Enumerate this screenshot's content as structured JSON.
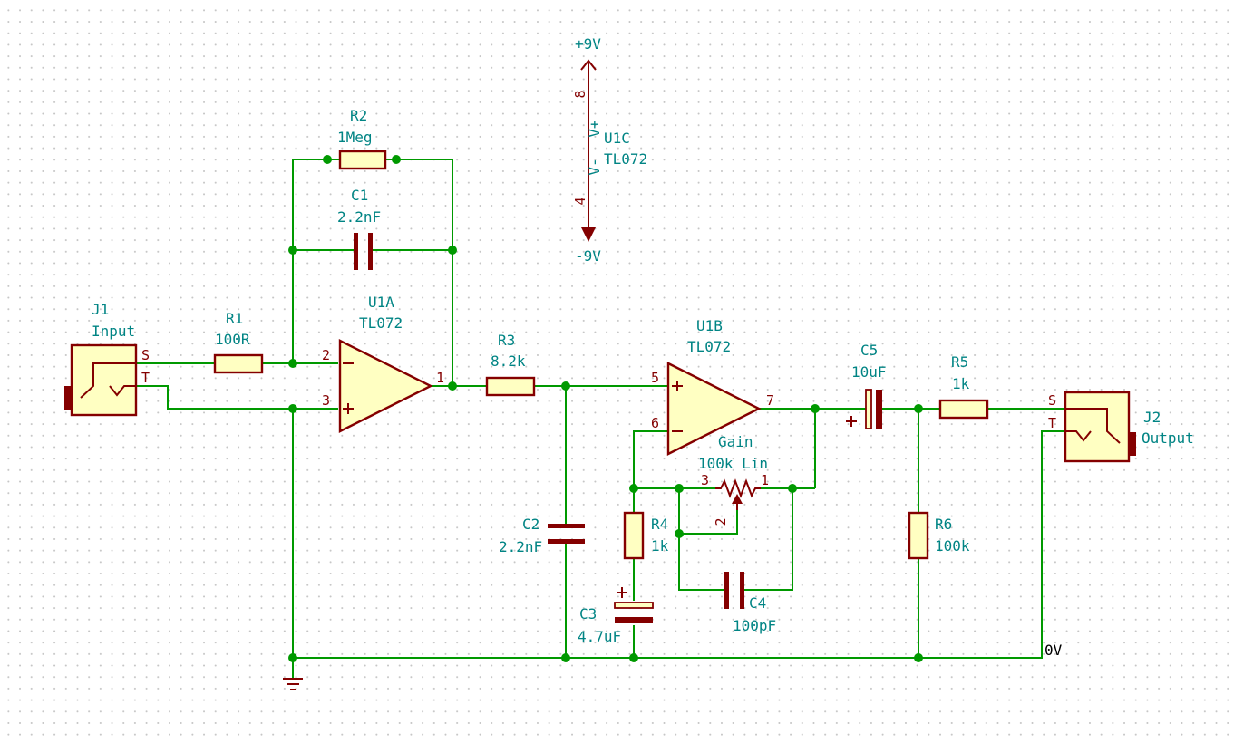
{
  "components": {
    "J1": {
      "ref": "J1",
      "value": "Input",
      "pin_s": "S",
      "pin_t": "T"
    },
    "J2": {
      "ref": "J2",
      "value": "Output",
      "pin_s": "S",
      "pin_t": "T"
    },
    "R1": {
      "ref": "R1",
      "value": "100R"
    },
    "R2": {
      "ref": "R2",
      "value": "1Meg"
    },
    "R3": {
      "ref": "R3",
      "value": "8.2k"
    },
    "R4": {
      "ref": "R4",
      "value": "1k"
    },
    "R5": {
      "ref": "R5",
      "value": "1k"
    },
    "R6": {
      "ref": "R6",
      "value": "100k"
    },
    "C1": {
      "ref": "C1",
      "value": "2.2nF"
    },
    "C2": {
      "ref": "C2",
      "value": "2.2nF"
    },
    "C3": {
      "ref": "C3",
      "value": "4.7uF"
    },
    "C4": {
      "ref": "C4",
      "value": "100pF"
    },
    "C5": {
      "ref": "C5",
      "value": "10uF"
    },
    "U1A": {
      "ref": "U1A",
      "value": "TL072",
      "pins": [
        "2",
        "3",
        "1"
      ]
    },
    "U1B": {
      "ref": "U1B",
      "value": "TL072",
      "pins": [
        "5",
        "6",
        "7"
      ]
    },
    "U1C": {
      "ref": "U1C",
      "value": "TL072",
      "vplus": "V+",
      "vminus": "V-",
      "pin_vp": "8",
      "pin_vm": "4"
    },
    "RV1": {
      "ref": "Gain",
      "value": "100k Lin",
      "pins": [
        "3",
        "2",
        "1"
      ]
    }
  },
  "power": {
    "pos": "+9V",
    "neg": "-9V",
    "gnd": "0V"
  },
  "symbols": {
    "minus": "−",
    "plus": "+"
  },
  "colors": {
    "wire": "#009900",
    "component": "#840000",
    "label": "#008484",
    "body_fill": "#ffffc2"
  }
}
